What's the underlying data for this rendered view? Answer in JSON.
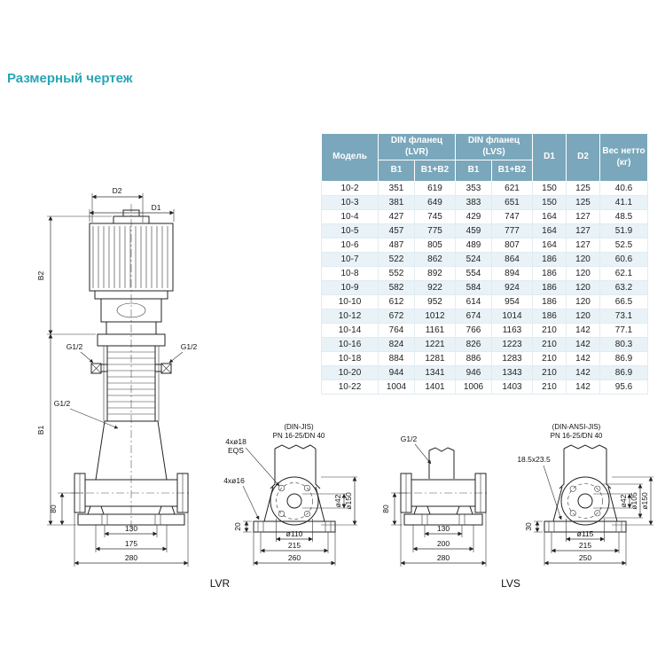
{
  "page": {
    "title": "Размерный чертеж"
  },
  "colors": {
    "accent": "#27a5b6",
    "table_header_bg": "#7aa7bb",
    "table_row_alt_bg": "#e9f2f7"
  },
  "table": {
    "header": {
      "model": "Модель",
      "lvr_group": "DIN фланец (LVR)",
      "lvs_group": "DIN фланец (LVS)",
      "b1": "B1",
      "b1b2": "B1+B2",
      "d1": "D1",
      "d2": "D2",
      "weight": "Вес нетто (кг)"
    },
    "rows": [
      [
        "10-2",
        "351",
        "619",
        "353",
        "621",
        "150",
        "125",
        "40.6"
      ],
      [
        "10-3",
        "381",
        "649",
        "383",
        "651",
        "150",
        "125",
        "41.1"
      ],
      [
        "10-4",
        "427",
        "745",
        "429",
        "747",
        "164",
        "127",
        "48.5"
      ],
      [
        "10-5",
        "457",
        "775",
        "459",
        "777",
        "164",
        "127",
        "51.9"
      ],
      [
        "10-6",
        "487",
        "805",
        "489",
        "807",
        "164",
        "127",
        "52.5"
      ],
      [
        "10-7",
        "522",
        "862",
        "524",
        "864",
        "186",
        "120",
        "60.6"
      ],
      [
        "10-8",
        "552",
        "892",
        "554",
        "894",
        "186",
        "120",
        "62.1"
      ],
      [
        "10-9",
        "582",
        "922",
        "584",
        "924",
        "186",
        "120",
        "63.2"
      ],
      [
        "10-10",
        "612",
        "952",
        "614",
        "954",
        "186",
        "120",
        "66.5"
      ],
      [
        "10-12",
        "672",
        "1012",
        "674",
        "1014",
        "186",
        "120",
        "73.1"
      ],
      [
        "10-14",
        "764",
        "1161",
        "766",
        "1163",
        "210",
        "142",
        "77.1"
      ],
      [
        "10-16",
        "824",
        "1221",
        "826",
        "1223",
        "210",
        "142",
        "80.3"
      ],
      [
        "10-18",
        "884",
        "1281",
        "886",
        "1283",
        "210",
        "142",
        "86.9"
      ],
      [
        "10-20",
        "944",
        "1341",
        "946",
        "1343",
        "210",
        "142",
        "86.9"
      ],
      [
        "10-22",
        "1004",
        "1401",
        "1006",
        "1403",
        "210",
        "142",
        "95.6"
      ]
    ]
  },
  "drawings": {
    "lvr_label": "LVR",
    "lvs_label": "LVS",
    "main": {
      "d2": "D2",
      "d1": "D1",
      "b2": "B2",
      "b1": "B1",
      "g12": "G1/2",
      "dim_80": "80",
      "dim_130": "130",
      "dim_175": "175",
      "dim_280": "280"
    },
    "jis_view": {
      "caption_line1": "(DIN-JIS)",
      "caption_line2": "PN 16-25/DN 40",
      "holes_note_line1": "4xø18",
      "holes_note_line2": "EQS",
      "base_holes_note": "4xø16",
      "dim_20": "20",
      "dim_d110": "ø110",
      "dim_215": "215",
      "dim_260": "260",
      "dim_d42": "ø42",
      "dim_d150": "ø150"
    },
    "lvs_side_view": {
      "g12": "G1/2",
      "dim_80": "80",
      "dim_130": "130",
      "dim_200": "200",
      "dim_280": "280"
    },
    "ansi_view": {
      "caption_line1": "(DIN-ANSI-JIS)",
      "caption_line2": "PN 16-25/DN 40",
      "slot_note": "18.5x23.5",
      "dim_30": "30",
      "dim_d115": "ø115",
      "dim_215": "215",
      "dim_250": "250",
      "dim_d42": "ø42",
      "dim_d105": "ø105",
      "dim_d150": "ø150"
    }
  }
}
